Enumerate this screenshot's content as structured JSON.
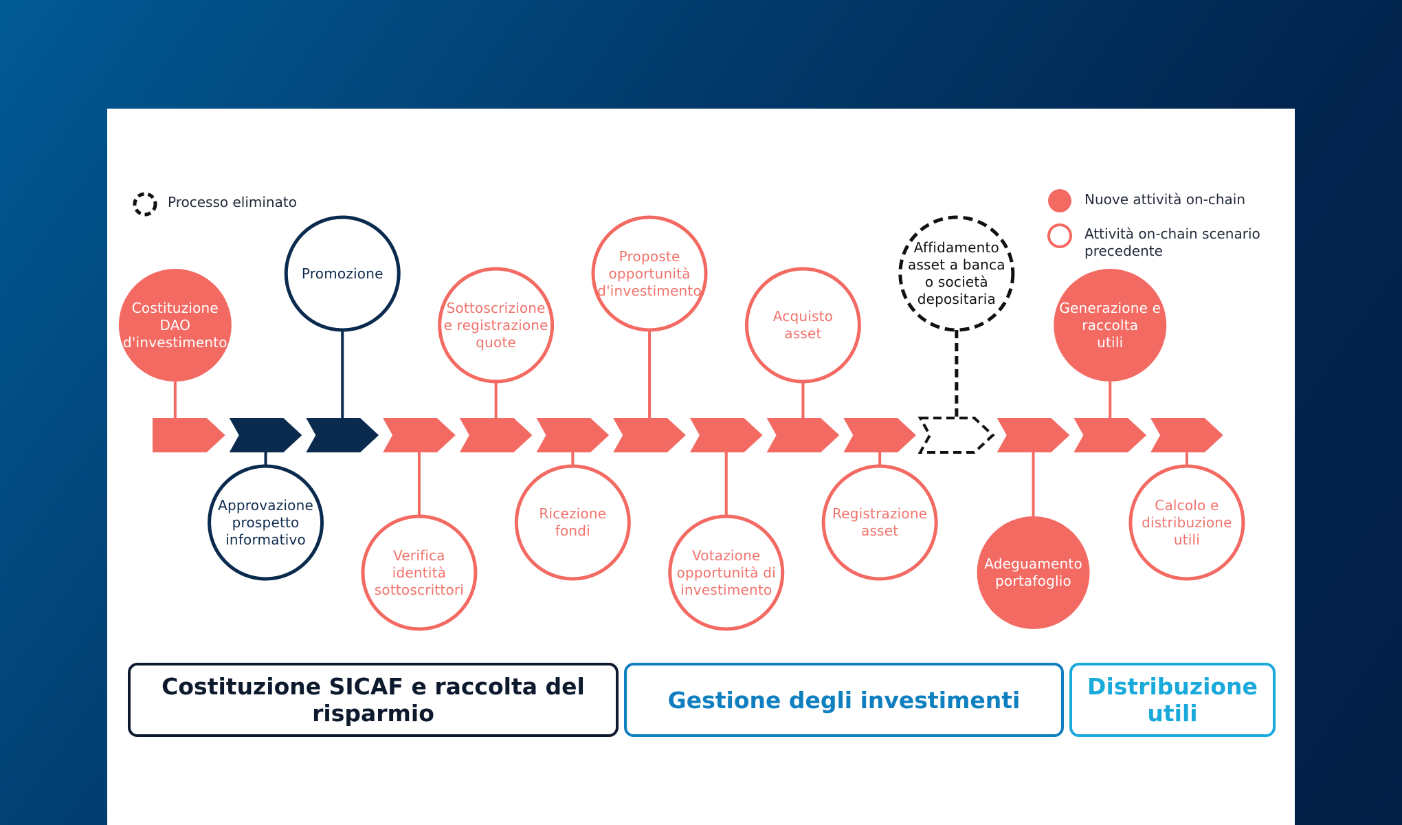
{
  "colors": {
    "coral": "#f36a63",
    "navy": "#0a2a4e",
    "black": "#111111",
    "phase1": "#0d1a2e",
    "phase2": "#0f7fbf",
    "phase3": "#1aa9db"
  },
  "legend": {
    "eliminated": "Processo eliminato",
    "new_onchain": "Nuove attività on-chain",
    "previous_onchain": "Attività on-chain scenario\nprecedente"
  },
  "timeline": {
    "segments": [
      {
        "style": "coral"
      },
      {
        "style": "navy"
      },
      {
        "style": "navy"
      },
      {
        "style": "coral"
      },
      {
        "style": "coral"
      },
      {
        "style": "coral"
      },
      {
        "style": "coral"
      },
      {
        "style": "coral"
      },
      {
        "style": "coral"
      },
      {
        "style": "coral"
      },
      {
        "style": "dashed"
      },
      {
        "style": "coral"
      },
      {
        "style": "coral"
      },
      {
        "style": "coral"
      }
    ]
  },
  "nodes": [
    {
      "label": "Costituzione\nDAO\nd'investimento",
      "style": "filled",
      "position": "above",
      "segment": 0
    },
    {
      "label": "Approvazione\nprospetto\ninformativo",
      "style": "navy",
      "position": "below",
      "segment": 1
    },
    {
      "label": "Promozione",
      "style": "navy",
      "position": "above",
      "segment": 2
    },
    {
      "label": "Verifica\nidentità\nsottoscrittori",
      "style": "outline",
      "position": "below",
      "segment": 3
    },
    {
      "label": "Sottoscrizione\ne registrazione\nquote",
      "style": "outline",
      "position": "above",
      "segment": 4
    },
    {
      "label": "Ricezione\nfondi",
      "style": "outline",
      "position": "below",
      "segment": 5
    },
    {
      "label": "Proposte\nopportunità\nd'investimento",
      "style": "outline",
      "position": "above",
      "segment": 6
    },
    {
      "label": "Votazione\nopportunità di\ninvestimento",
      "style": "outline",
      "position": "below",
      "segment": 7
    },
    {
      "label": "Acquisto\nasset",
      "style": "outline",
      "position": "above",
      "segment": 8
    },
    {
      "label": "Registrazione\nasset",
      "style": "outline",
      "position": "below",
      "segment": 9
    },
    {
      "label": "Affidamento\nasset a banca\no società\ndepositaria",
      "style": "dashed",
      "position": "above",
      "segment": 10
    },
    {
      "label": "Adeguamento\nportafoglio",
      "style": "filled",
      "position": "below",
      "segment": 11
    },
    {
      "label": "Generazione e\nraccolta\nutili",
      "style": "filled",
      "position": "above",
      "segment": 12
    },
    {
      "label": "Calcolo e\ndistribuzione\nutili",
      "style": "outline",
      "position": "below",
      "segment": 13
    }
  ],
  "phases": [
    {
      "label": "Costituzione SICAF e raccolta del risparmio"
    },
    {
      "label": "Gestione degli investimenti"
    },
    {
      "label": "Distribuzione utili"
    }
  ]
}
